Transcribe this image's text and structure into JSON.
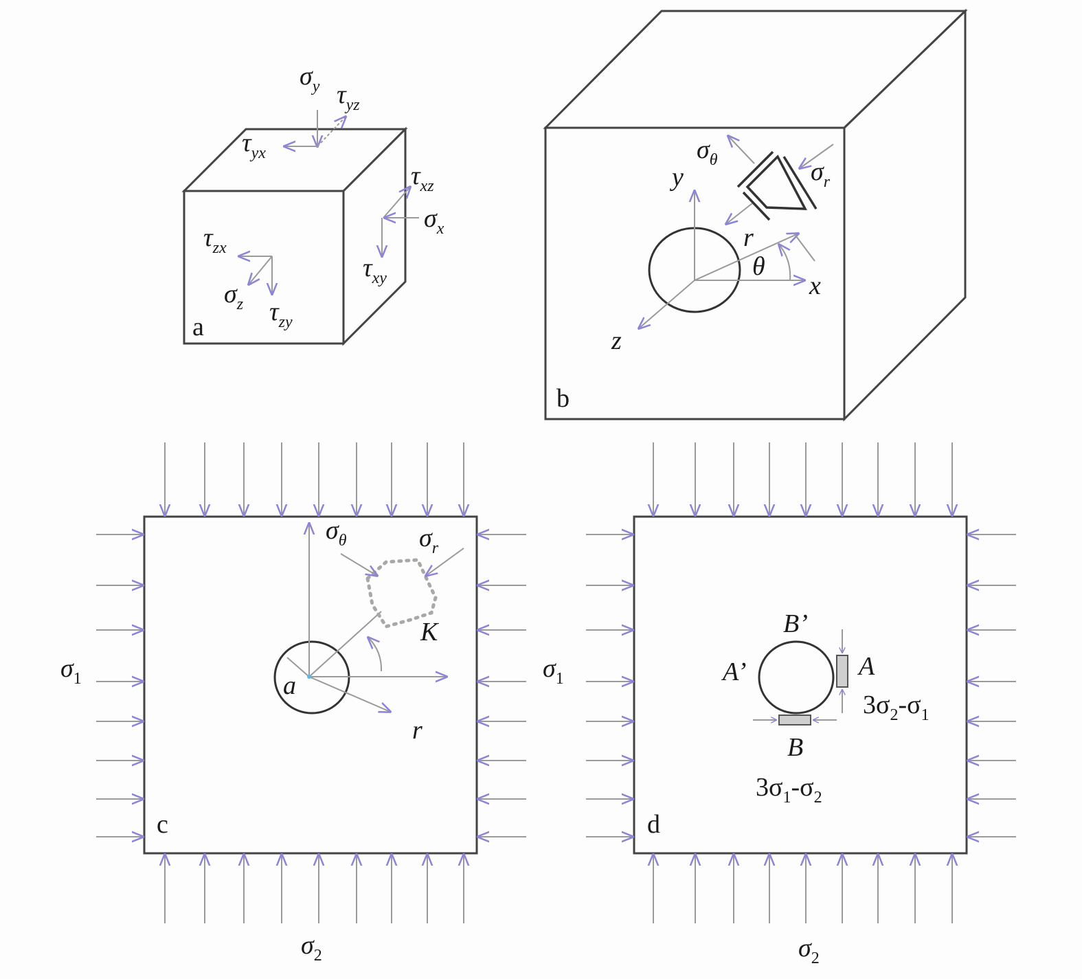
{
  "colors": {
    "arrow_gray": "#9a9a9a",
    "arrow_head_blue": "#8c84d8",
    "outline": "#444444",
    "origin_cyan": "#58b8e8"
  },
  "panel_a": {
    "label": "a",
    "sigma_y": {
      "sym": "σ",
      "sub": "y"
    },
    "tau_yz": {
      "sym": "τ",
      "sub": "yz"
    },
    "tau_yx": {
      "sym": "τ",
      "sub": "yx"
    },
    "tau_xz": {
      "sym": "τ",
      "sub": "xz"
    },
    "sigma_x": {
      "sym": "σ",
      "sub": "x"
    },
    "tau_xy": {
      "sym": "τ",
      "sub": "xy"
    },
    "tau_zx": {
      "sym": "τ",
      "sub": "zx"
    },
    "sigma_z": {
      "sym": "σ",
      "sub": "z"
    },
    "tau_zy": {
      "sym": "τ",
      "sub": "zy"
    }
  },
  "panel_b": {
    "label": "b",
    "sigma_theta": {
      "sym": "σ",
      "sub": "θ"
    },
    "sigma_r": {
      "sym": "σ",
      "sub": "r"
    },
    "axis_y": "y",
    "axis_x": "x",
    "axis_z": "z",
    "radius": "r",
    "angle": "θ"
  },
  "panel_c": {
    "label": "c",
    "sigma_theta": {
      "sym": "σ",
      "sub": "θ"
    },
    "sigma_r": {
      "sym": "σ",
      "sub": "r"
    },
    "point_k": "K",
    "hole_radius": "a",
    "radius": "r",
    "sigma_1": {
      "sym": "σ",
      "sub": "1"
    },
    "sigma_2": {
      "sym": "σ",
      "sub": "2"
    }
  },
  "panel_d": {
    "label": "d",
    "point_b_prime": "B’",
    "point_a_prime": "A’",
    "point_a": "A",
    "point_b": "B",
    "stress_a": {
      "pre": "3σ",
      "s1": "2",
      "mid": "-σ",
      "s2": "1"
    },
    "stress_b": {
      "pre": "3σ",
      "s1": "1",
      "mid": "-σ",
      "s2": "2"
    },
    "sigma_1": {
      "sym": "σ",
      "sub": "1"
    },
    "sigma_2": {
      "sym": "σ",
      "sub": "2"
    }
  }
}
